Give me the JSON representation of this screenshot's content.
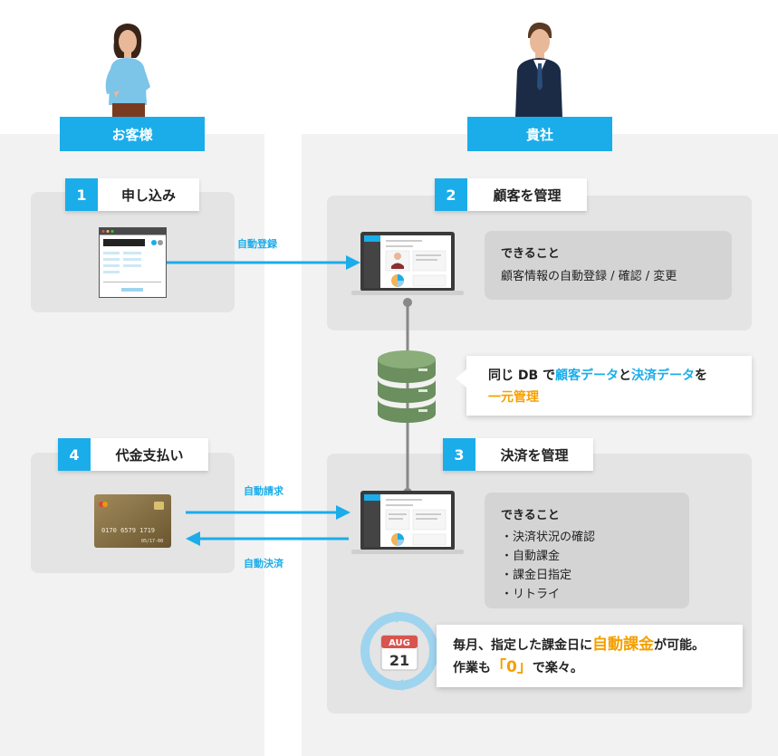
{
  "columns": {
    "customer_label": "お客様",
    "company_label": "貴社"
  },
  "steps": [
    {
      "num": "1",
      "label": "申し込み"
    },
    {
      "num": "2",
      "label": "顧客を管理"
    },
    {
      "num": "3",
      "label": "決済を管理"
    },
    {
      "num": "4",
      "label": "代金支払い"
    }
  ],
  "arrows": {
    "auto_register": "自動登録",
    "auto_request": "自動請求",
    "auto_settle": "自動決済"
  },
  "info_customer": {
    "heading": "できること",
    "body": "顧客情報の自動登録 / 確認 / 変更"
  },
  "info_payment": {
    "heading": "できること",
    "items": [
      "・決済状況の確認",
      "・自動課金",
      "・課金日指定",
      "・リトライ"
    ]
  },
  "db_callout": {
    "p1": "同じ DB で",
    "p2": "顧客データ",
    "p3": "と",
    "p4": "決済データ",
    "p5": "を",
    "p6": "一元管理"
  },
  "calendar": {
    "month": "AUG",
    "day": "21"
  },
  "billing_callout": {
    "p1": "毎月、指定した課金日に",
    "p2": "自動課金",
    "p3": "が可能。",
    "p4": "作業も",
    "p5": "「0」",
    "p6": "で楽々。"
  },
  "card": {
    "number": "0170 6579 1719",
    "expiry": "05/17-00"
  },
  "colors": {
    "accent": "#1badea",
    "highlight": "#f5a000",
    "db": "#6b8f5e"
  }
}
